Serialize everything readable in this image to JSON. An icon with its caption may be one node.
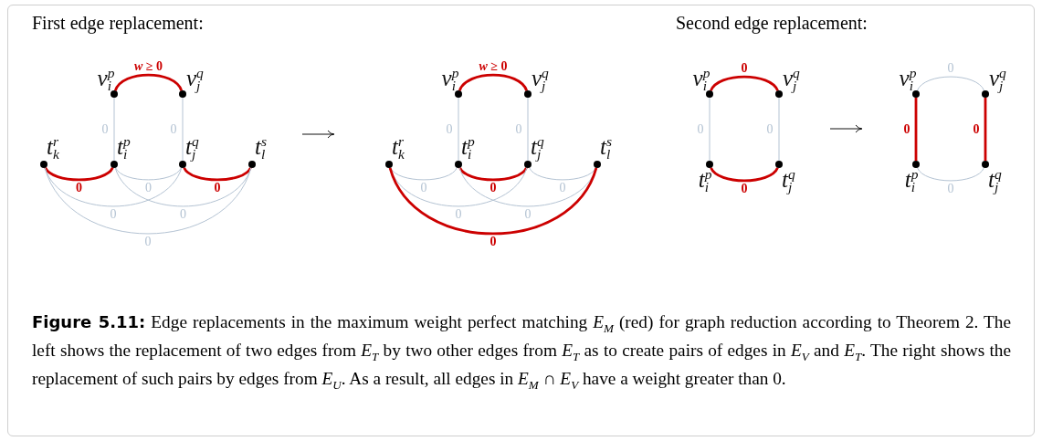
{
  "diagram": {
    "caption": "**Figure 5.11:** Edge replacements in the maximum weight perfect matching *E*$_{M}$ (red) for graph reduction according to Theorem 2. The left shows the replacement of two edges from *E*$_{T}$ by two other edges from *E*$_{T}$ as to create pairs of edges in *E*$_{V}$ and *E*$_{T}$. The right shows the replacement of such pairs by edges from *E*$_{U}$. As a result, all edges in *E*$_{M}$ ∩ *E*$_{V}$ have a weight greater than 0.",
    "nodes": [
      {
        "text": [
          "v$^{p}$$_{i}$"
        ]
      },
      {
        "text": [
          "v$^{q}$$_{j}$"
        ]
      },
      {
        "text": [
          "t$^{r}$$_{k}$"
        ]
      },
      {
        "text": [
          "t$^{p}$$_{i}$"
        ]
      },
      {
        "text": [
          "t$^{q}$$_{j}$"
        ]
      },
      {
        "text": [
          "t$^{s}$$_{l}$"
        ]
      },
      {
        "text": [
          "v$^{p}$$_{i}$"
        ]
      },
      {
        "text": [
          "v$^{q}$$_{j}$"
        ]
      },
      {
        "text": [
          "t$^{r}$$_{k}$"
        ]
      },
      {
        "text": [
          "t$^{p}$$_{i}$"
        ]
      },
      {
        "text": [
          "t$^{q}$$_{j}$"
        ]
      },
      {
        "text": [
          "t$^{s}$$_{l}$"
        ]
      },
      {
        "text": [
          "v$^{p}$$_{i}$"
        ]
      },
      {
        "text": [
          "v$^{q}$$_{j}$"
        ]
      },
      {
        "text": [
          "t$^{p}$$_{i}$"
        ]
      },
      {
        "text": [
          "t$^{q}$$_{j}$"
        ]
      },
      {
        "text": [
          "v$^{p}$$_{i}$"
        ]
      },
      {
        "text": [
          "v$^{q}$$_{j}$"
        ]
      },
      {
        "text": [
          "t$^{p}$$_{i}$"
        ]
      },
      {
        "text": [
          "t$^{q}$$_{j}$"
        ]
      }
    ],
    "edges": [
      {
        "from": 0,
        "to": 1,
        "arrow": "none",
        "label": "*w* ≥ 0",
        "style": "thick",
        "color": "#cc0000"
      },
      {
        "from": 0,
        "to": 3,
        "arrow": "none",
        "label": "0"
      },
      {
        "from": 1,
        "to": 4,
        "arrow": "none",
        "label": "0"
      },
      {
        "from": 2,
        "to": 3,
        "arrow": "none",
        "label": "0",
        "style": "thick",
        "color": "#cc0000"
      },
      {
        "from": 3,
        "to": 4,
        "arrow": "none",
        "label": "0"
      },
      {
        "from": 4,
        "to": 5,
        "arrow": "none",
        "label": "0",
        "style": "thick",
        "color": "#cc0000"
      },
      {
        "from": 2,
        "to": 4,
        "arrow": "none",
        "label": "0"
      },
      {
        "from": 3,
        "to": 5,
        "arrow": "none",
        "label": "0"
      },
      {
        "from": 2,
        "to": 5,
        "arrow": "none",
        "label": "0"
      },
      {
        "from": 6,
        "to": 7,
        "arrow": "none",
        "label": "*w* ≥ 0",
        "style": "thick",
        "color": "#cc0000"
      },
      {
        "from": 6,
        "to": 9,
        "arrow": "none",
        "label": "0"
      },
      {
        "from": 7,
        "to": 10,
        "arrow": "none",
        "label": "0"
      },
      {
        "from": 8,
        "to": 9,
        "arrow": "none",
        "label": "0"
      },
      {
        "from": 9,
        "to": 10,
        "arrow": "none",
        "label": "0",
        "style": "thick",
        "color": "#cc0000"
      },
      {
        "from": 10,
        "to": 11,
        "arrow": "none",
        "label": "0"
      },
      {
        "from": 8,
        "to": 10,
        "arrow": "none",
        "label": "0"
      },
      {
        "from": 9,
        "to": 11,
        "arrow": "none",
        "label": "0"
      },
      {
        "from": 8,
        "to": 11,
        "arrow": "none",
        "label": "0",
        "style": "thick",
        "color": "#cc0000"
      },
      {
        "from": 12,
        "to": 13,
        "arrow": "none",
        "label": "0",
        "style": "thick",
        "color": "#cc0000"
      },
      {
        "from": 12,
        "to": 14,
        "arrow": "none",
        "label": "0"
      },
      {
        "from": 13,
        "to": 15,
        "arrow": "none",
        "label": "0"
      },
      {
        "from": 14,
        "to": 15,
        "arrow": "none",
        "label": "0",
        "style": "thick",
        "color": "#cc0000"
      },
      {
        "from": 16,
        "to": 17,
        "arrow": "none",
        "label": "0"
      },
      {
        "from": 16,
        "to": 18,
        "arrow": "none",
        "label": "0",
        "style": "thick",
        "color": "#cc0000"
      },
      {
        "from": 17,
        "to": 19,
        "arrow": "none",
        "label": "0",
        "style": "thick",
        "color": "#cc0000"
      },
      {
        "from": 18,
        "to": 19,
        "arrow": "none",
        "label": "0"
      }
    ],
    "labels": [
      "First edge replacement:",
      "Second edge replacement:"
    ]
  }
}
